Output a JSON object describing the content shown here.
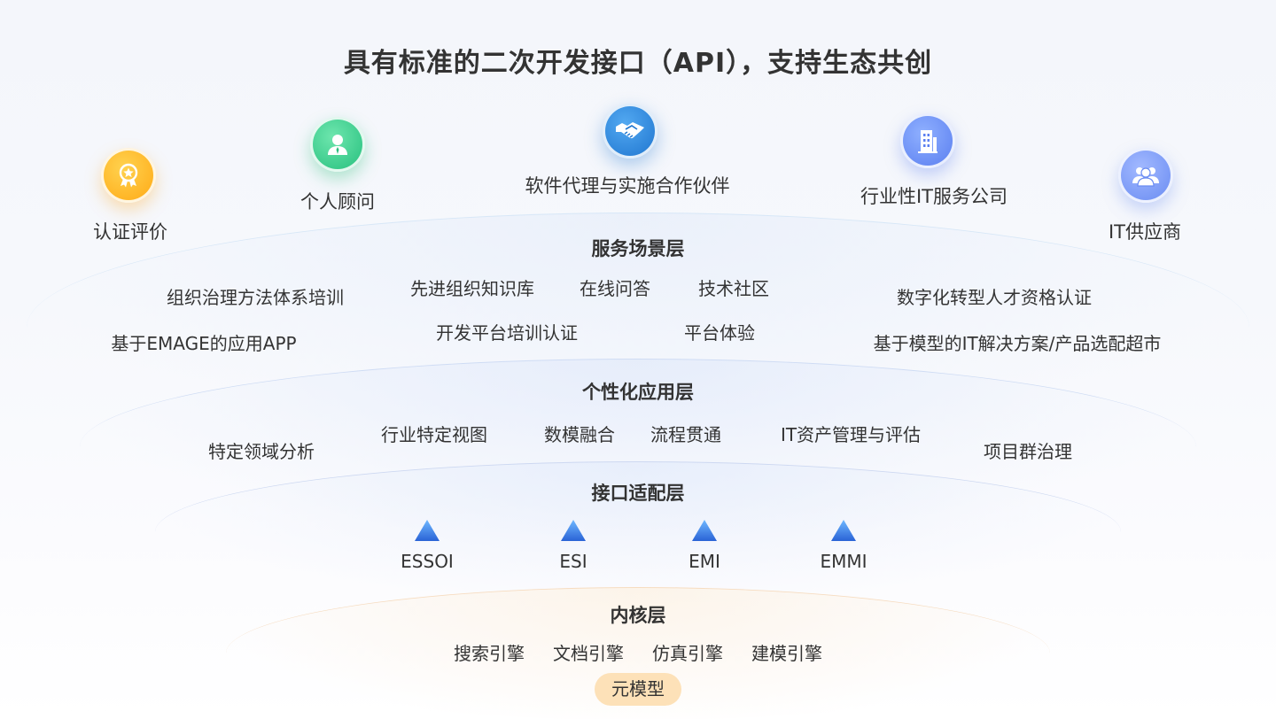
{
  "title": "具有标准的二次开发接口（API），支持生态共创",
  "partners": [
    {
      "label": "认证评价",
      "icon": "award-badge-icon"
    },
    {
      "label": "个人顾问",
      "icon": "person-icon"
    },
    {
      "label": "软件代理与实施合作伙伴",
      "icon": "handshake-icon"
    },
    {
      "label": "行业性IT服务公司",
      "icon": "building-icon"
    },
    {
      "label": "IT供应商",
      "icon": "group-icon"
    }
  ],
  "layers": {
    "service": {
      "title": "服务场景层",
      "items": [
        "组织治理方法体系培训",
        "先进组织知识库",
        "在线问答",
        "技术社区",
        "数字化转型人才资格认证",
        "基于EMAGE的应用APP",
        "开发平台培训认证",
        "平台体验",
        "基于模型的IT解决方案/产品选配超市"
      ]
    },
    "personal": {
      "title": "个性化应用层",
      "items": [
        "特定领域分析",
        "行业特定视图",
        "数模融合",
        "流程贯通",
        "IT资产管理与评估",
        "项目群治理"
      ]
    },
    "interface": {
      "title": "接口适配层",
      "items": [
        "ESSOI",
        "ESI",
        "EMI",
        "EMMI"
      ]
    },
    "kernel": {
      "title": "内核层",
      "items": [
        "搜索引擎",
        "文档引擎",
        "仿真引擎",
        "建模引擎"
      ],
      "base": "元模型"
    }
  },
  "colors": {
    "orange": "#ffaa16",
    "green": "#27c07e",
    "blue": "#1f76d0",
    "indigo": "#5b7ff0",
    "pill": "#fde1b8",
    "triangle_top": "#6fb8ff",
    "triangle_bottom": "#2a63d6"
  }
}
